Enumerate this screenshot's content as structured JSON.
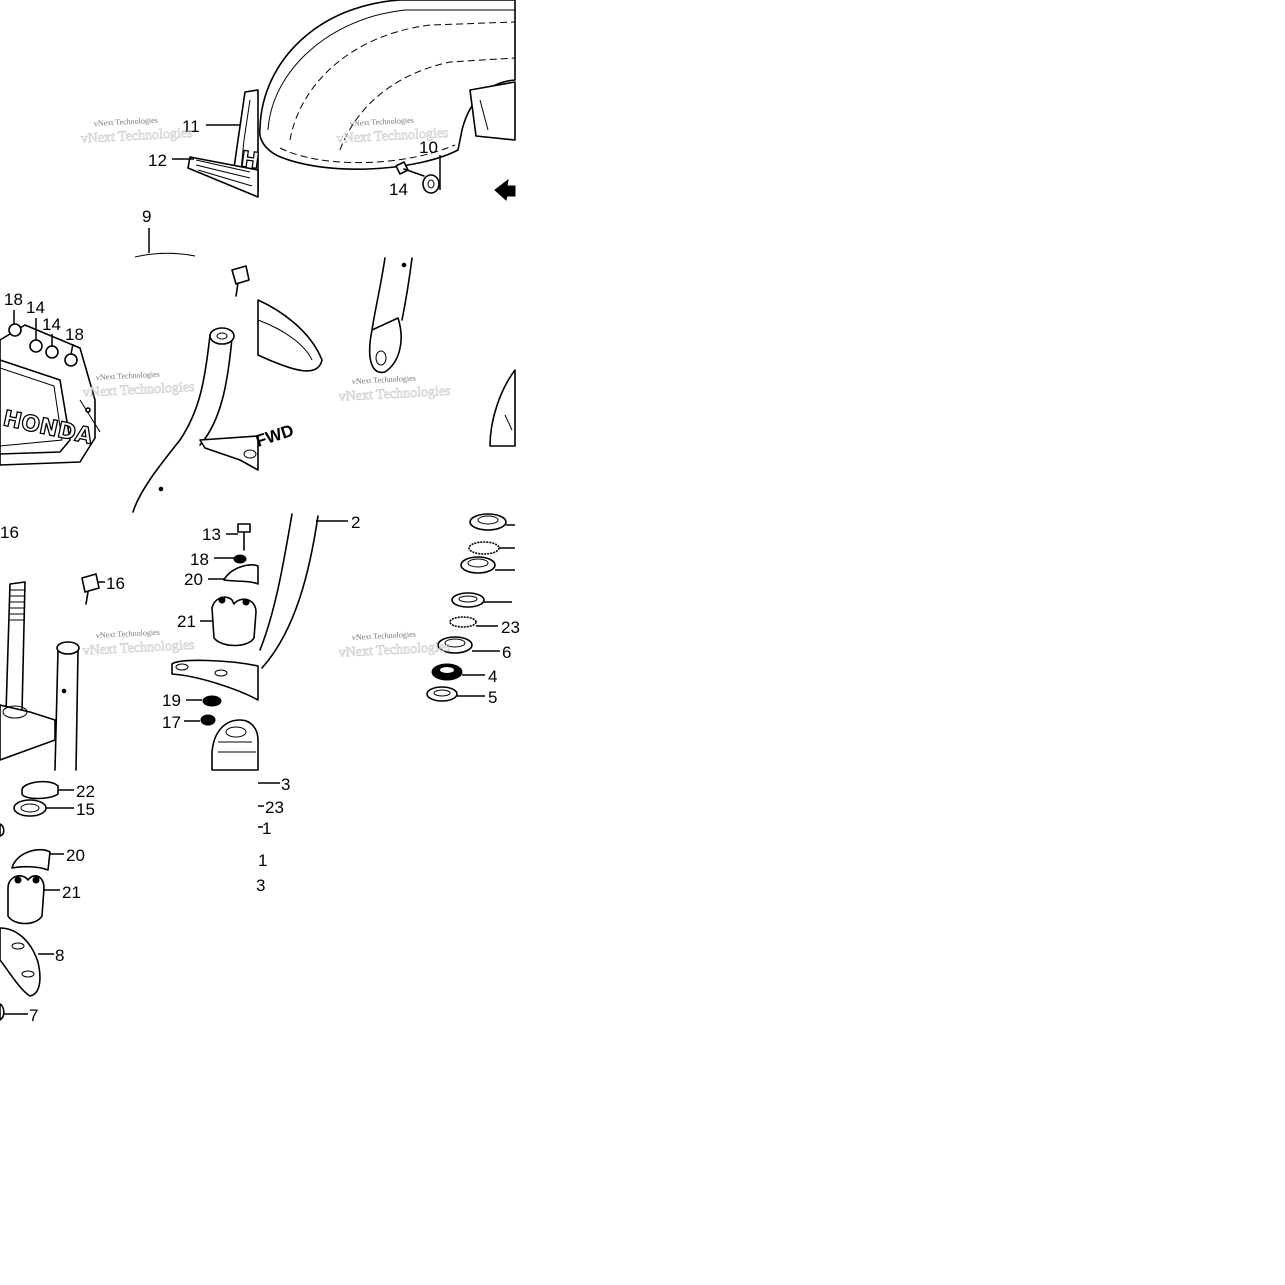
{
  "diagram": {
    "watermark": "vNext Technologies",
    "brand_text": "HONDA",
    "fwd_label": "FWD",
    "callouts": {
      "c11": "11",
      "c12": "12",
      "c10": "10",
      "c14_top": "14",
      "c9": "9",
      "c18_a": "18",
      "c14_a": "14",
      "c14_b": "14",
      "c18_b": "18",
      "c16_left": "16",
      "c16": "16",
      "c13": "13",
      "c18_c": "18",
      "c20_a": "20",
      "c21_a": "21",
      "c19": "19",
      "c17": "17",
      "c2": "2",
      "c23_a": "23",
      "c6": "6",
      "c4": "4",
      "c5": "5",
      "c22": "22",
      "c15": "15",
      "c20_b": "20",
      "c21_b": "21",
      "c8": "8",
      "c7": "7",
      "c3_a": "3",
      "c23_b": "23",
      "c1_a": "1",
      "c1_b": "1",
      "c3_b": "3"
    }
  }
}
